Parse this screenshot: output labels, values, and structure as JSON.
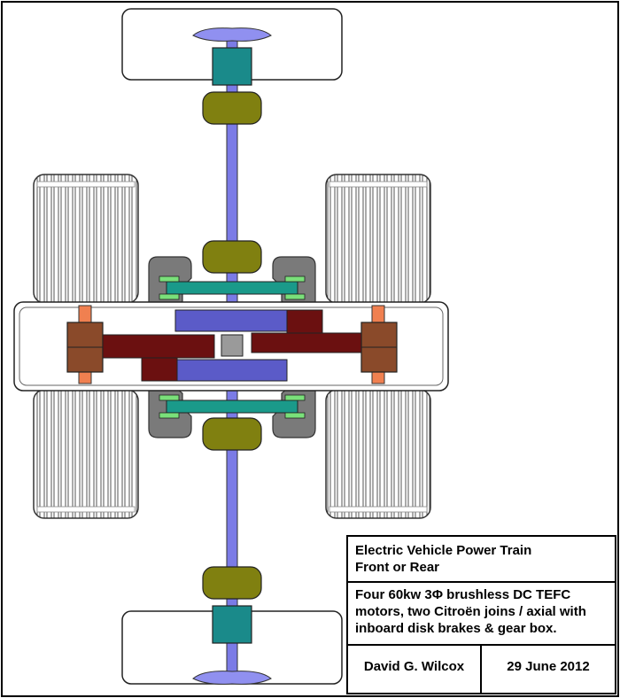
{
  "title_block": {
    "title_line1": "Electric Vehicle Power Train",
    "title_line2": "Front or Rear",
    "description": "Four 60kw 3Φ brushless DC TEFC motors, two Citroën joins / axial with inboard disk brakes & gear box.",
    "author": "David G. Wilcox",
    "date": "29 June 2012"
  },
  "colors": {
    "shaft": "#7b7be6",
    "hub": "#1a8a8a",
    "joint": "#808010",
    "brake_caliper": "#7a7a7a",
    "brake_pad": "#7ae07a",
    "gear": "#5b5bc8",
    "motor_arm": "#6b1010",
    "motor_coupling": "#8a4a2a",
    "bearing": "#f08050",
    "center_block": "#9a9a9a"
  }
}
